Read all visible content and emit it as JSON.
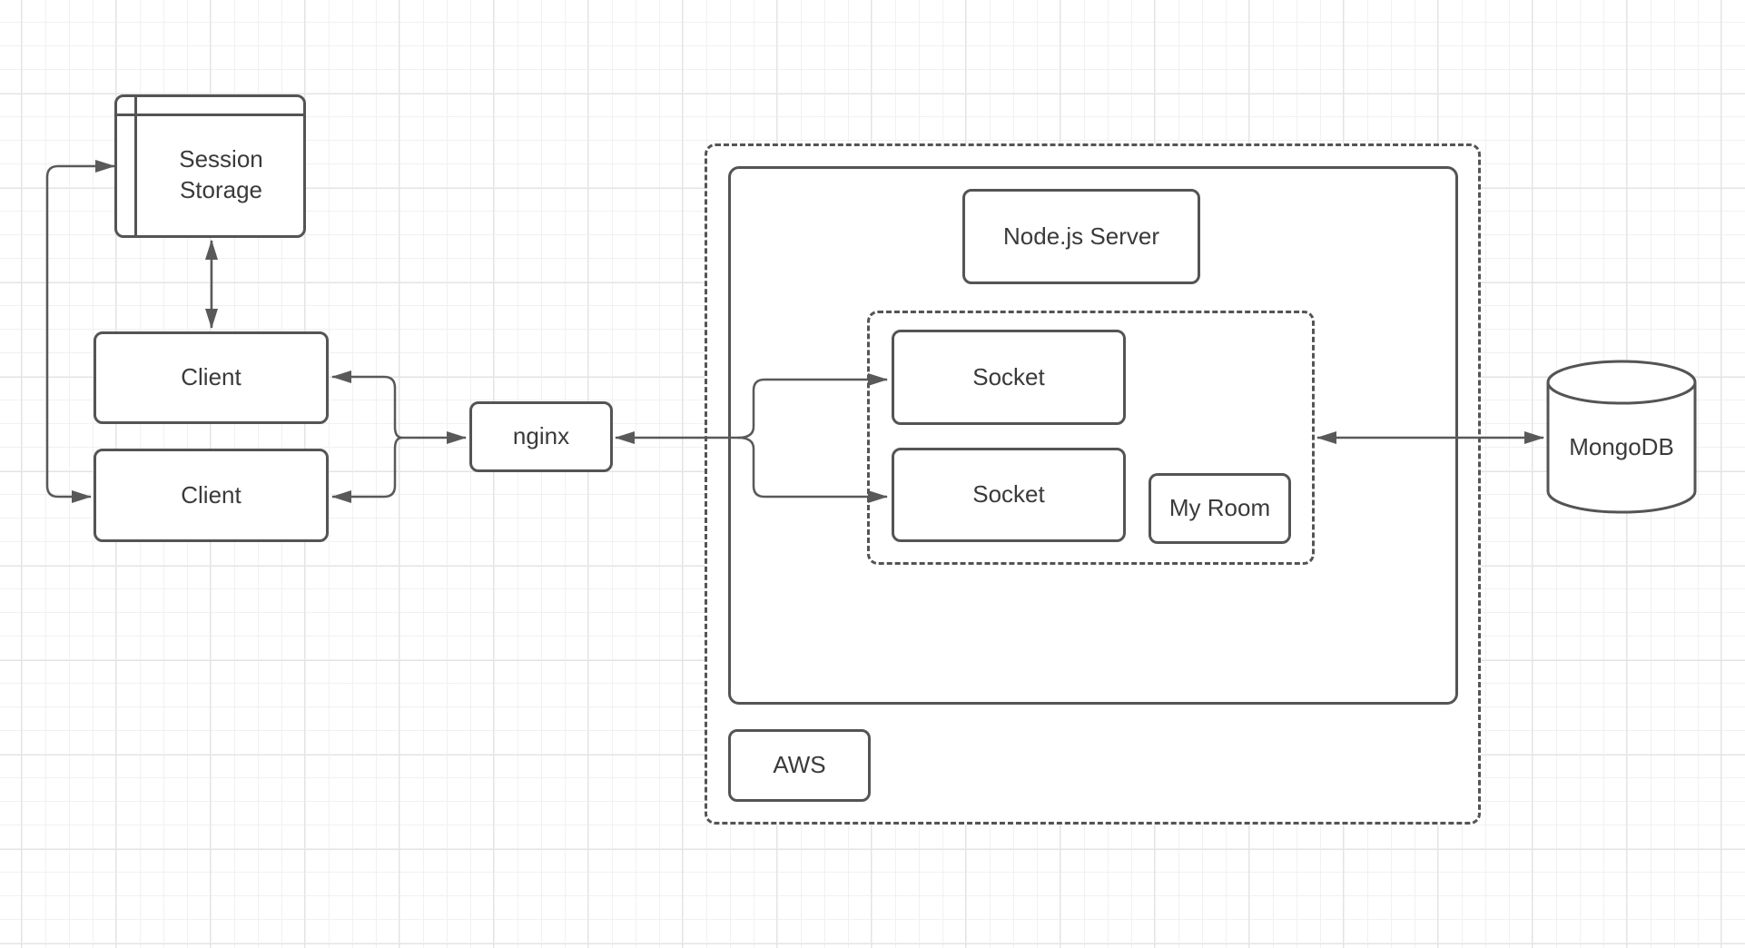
{
  "diagram": {
    "nodes": {
      "session_storage": "Session Storage",
      "client_top": "Client",
      "client_bottom": "Client",
      "nginx": "nginx",
      "nodejs_server": "Node.js Server",
      "socket_top": "Socket",
      "socket_bottom": "Socket",
      "my_room": "My Room",
      "aws": "AWS",
      "mongodb": "MongoDB"
    },
    "edges": [
      {
        "between": [
          "client_bottom",
          "session_storage"
        ],
        "arrows": "both-ends"
      },
      {
        "between": [
          "session_storage",
          "client_top"
        ],
        "arrows": "both-ends"
      },
      {
        "between": [
          "client_top",
          "client_bottom",
          "nginx"
        ],
        "arrows": "both-ends-bracket"
      },
      {
        "between": [
          "nginx",
          "socket_top",
          "socket_bottom"
        ],
        "arrows": "both-ends-bracket"
      },
      {
        "between": [
          "sockets_container",
          "mongodb"
        ],
        "arrows": "both-ends"
      }
    ],
    "colors": {
      "background": "#ffffff",
      "grid_minor": "#f1f1f1",
      "grid_major": "#e4e4e4",
      "shape_stroke": "#545454",
      "connector": "#595959",
      "text": "#3a3a3a"
    }
  }
}
